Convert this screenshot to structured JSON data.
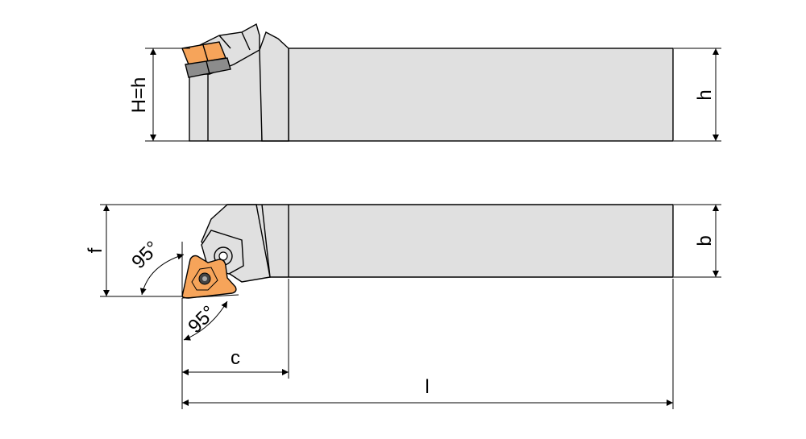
{
  "labels": {
    "H_equals_h": "H=h",
    "h": "h",
    "f": "f",
    "b": "b",
    "angle_top": "95°",
    "angle_bottom": "95°",
    "c": "c",
    "l": "l"
  },
  "colors": {
    "insert": "#f6a45a",
    "body": "#e0e0e0",
    "insert_seat": "#8c8c8c"
  }
}
